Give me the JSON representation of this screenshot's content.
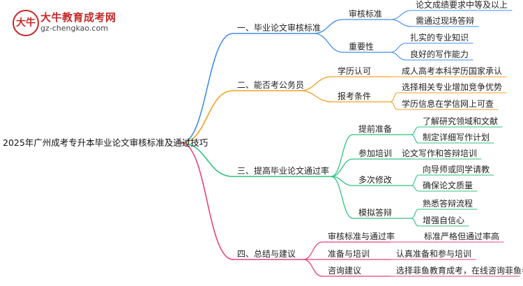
{
  "logo": {
    "title": "大牛教育成考网",
    "url": "gz-chengkao.com",
    "mark": "大牛"
  },
  "root": "2025年广州成考专升本毕业论文审核标准及通过技巧",
  "branches": [
    {
      "label": "一、毕业论文审核标准",
      "color": "#3f8ee8",
      "children": [
        {
          "label": "审核标准",
          "children": [
            "论文成绩要求中等及以上",
            "需通过现场答辩"
          ]
        },
        {
          "label": "重要性",
          "children": [
            "扎实的专业知识",
            "良好的写作能力"
          ]
        }
      ]
    },
    {
      "label": "二、能否考公务员",
      "color": "#f0a020",
      "children": [
        {
          "label": "学历认可",
          "children": [
            "成人高考本科学历国家承认"
          ]
        },
        {
          "label": "报考条件",
          "children": [
            "选择相关专业增加竞争优势",
            "学历信息在学信网上可查"
          ]
        }
      ]
    },
    {
      "label": "三、提高毕业论文通过率",
      "color": "#2ec27e",
      "children": [
        {
          "label": "提前准备",
          "children": [
            "了解研究领域和文献",
            "制定详细写作计划"
          ]
        },
        {
          "label": "参加培训",
          "children": [
            "论文写作和答辩培训"
          ]
        },
        {
          "label": "多次修改",
          "children": [
            "向导师或同学请教",
            "确保论文质量"
          ]
        },
        {
          "label": "模拟答辩",
          "children": [
            "熟悉答辩流程",
            "增强自信心"
          ]
        }
      ]
    },
    {
      "label": "四、总结与建议",
      "color": "#e8417a",
      "children": [
        {
          "label": "审核标准与通过率",
          "children": [
            "标准严格但通过率高"
          ]
        },
        {
          "label": "准备与培训",
          "children": [
            "认真准备和参与培训"
          ]
        },
        {
          "label": "咨询建议",
          "children": [
            "选择菲鱼教育成考，在线咨询菲鱼老师"
          ]
        }
      ]
    }
  ]
}
